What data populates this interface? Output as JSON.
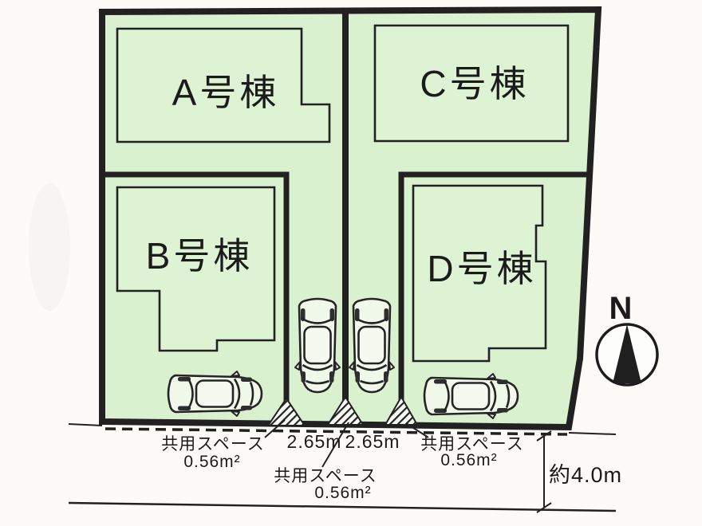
{
  "lots": [
    {
      "id": "A",
      "label": "A号棟"
    },
    {
      "id": "B",
      "label": "B号棟"
    },
    {
      "id": "C",
      "label": "C号棟"
    },
    {
      "id": "D",
      "label": "D号棟"
    }
  ],
  "dimensions": {
    "parking_left": "2.65m",
    "parking_right": "2.65m",
    "road_width": "約4.0m"
  },
  "shared_spaces": {
    "left": {
      "name": "共用スペース",
      "area": "0.56m²"
    },
    "center": {
      "name": "共用スペース",
      "area": "0.56m²"
    },
    "right": {
      "name": "共用スペース",
      "area": "0.56m²"
    }
  },
  "compass": {
    "north": "N"
  },
  "colors": {
    "lot_fill": "#d9f1cf",
    "building_fill": "#ddf3d4",
    "car_fill": "#f0f8ea",
    "outline": "#212121",
    "paper": "#fcfbf8"
  }
}
